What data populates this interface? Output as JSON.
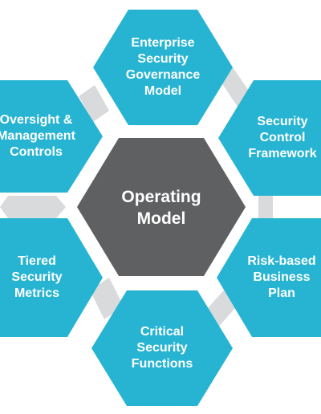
{
  "colors": {
    "hexagon_fill": "#27B4D2",
    "center_fill": "#5F6062",
    "connector_fill": "#D9DADB",
    "text": "#FFFFFF",
    "background": "#FFFFFF"
  },
  "center": {
    "label": "Operating\nModel"
  },
  "hexagons": [
    {
      "id": "top",
      "label": "Enterprise\nSecurity\nGovernance\nModel"
    },
    {
      "id": "upper-right",
      "label": "Security\nControl\nFramework"
    },
    {
      "id": "lower-right",
      "label": "Risk-based\nBusiness\nPlan"
    },
    {
      "id": "bottom",
      "label": "Critical\nSecurity\nFunctions"
    },
    {
      "id": "lower-left",
      "label": "Tiered\nSecurity\nMetrics"
    },
    {
      "id": "upper-left",
      "label": "Oversight &\nManagement\nControls"
    }
  ]
}
